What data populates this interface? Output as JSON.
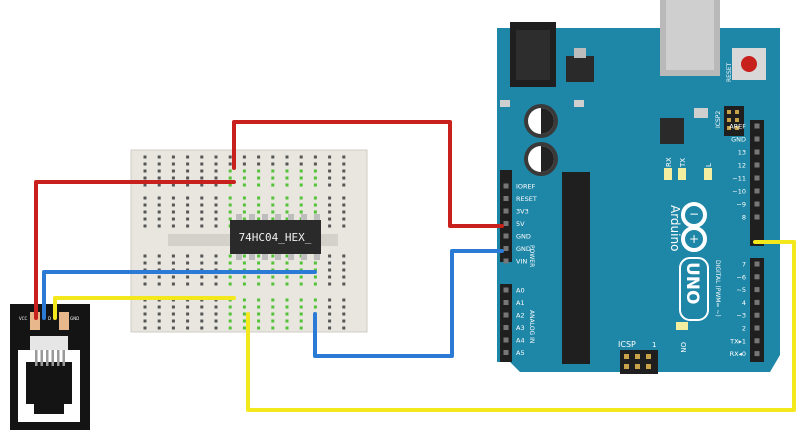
{
  "chip": {
    "label": "74HC04_HEX_"
  },
  "jack": {
    "pin_labels": [
      "VCC",
      "D",
      "GND"
    ]
  },
  "arduino": {
    "brand": "Arduino",
    "model": "UNO",
    "reset_label": "RESET",
    "icsp2_label": "ICSP2",
    "icsp_label": "ICSP",
    "on_label": "ON",
    "led_labels": [
      "RX",
      "TX",
      "L"
    ],
    "power_pins": [
      "IOREF",
      "RESET",
      "3V3",
      "5V",
      "GND",
      "GND",
      "VIN"
    ],
    "power_group_label": "POWER",
    "analog_pins": [
      "A0",
      "A1",
      "A2",
      "A3",
      "A4",
      "A5"
    ],
    "analog_group_label": "ANALOG IN",
    "digital_top_pins": [
      "AREF",
      "GND",
      "13",
      "12",
      "~11",
      "~10",
      "~9",
      "8"
    ],
    "digital_bottom_pins": [
      "7",
      "~6",
      "~5",
      "4",
      "~3",
      "2",
      "TX▸1",
      "RX◂0"
    ],
    "digital_group_label": "DIGITAL (PWM= ~)",
    "icsp_pin_label": "1"
  },
  "colors": {
    "red_wire": "#c8201c",
    "blue_wire": "#2a7ad6",
    "yellow_wire": "#f2e81c",
    "board": "#1e86a6",
    "breadboard": "#e8e6df"
  }
}
